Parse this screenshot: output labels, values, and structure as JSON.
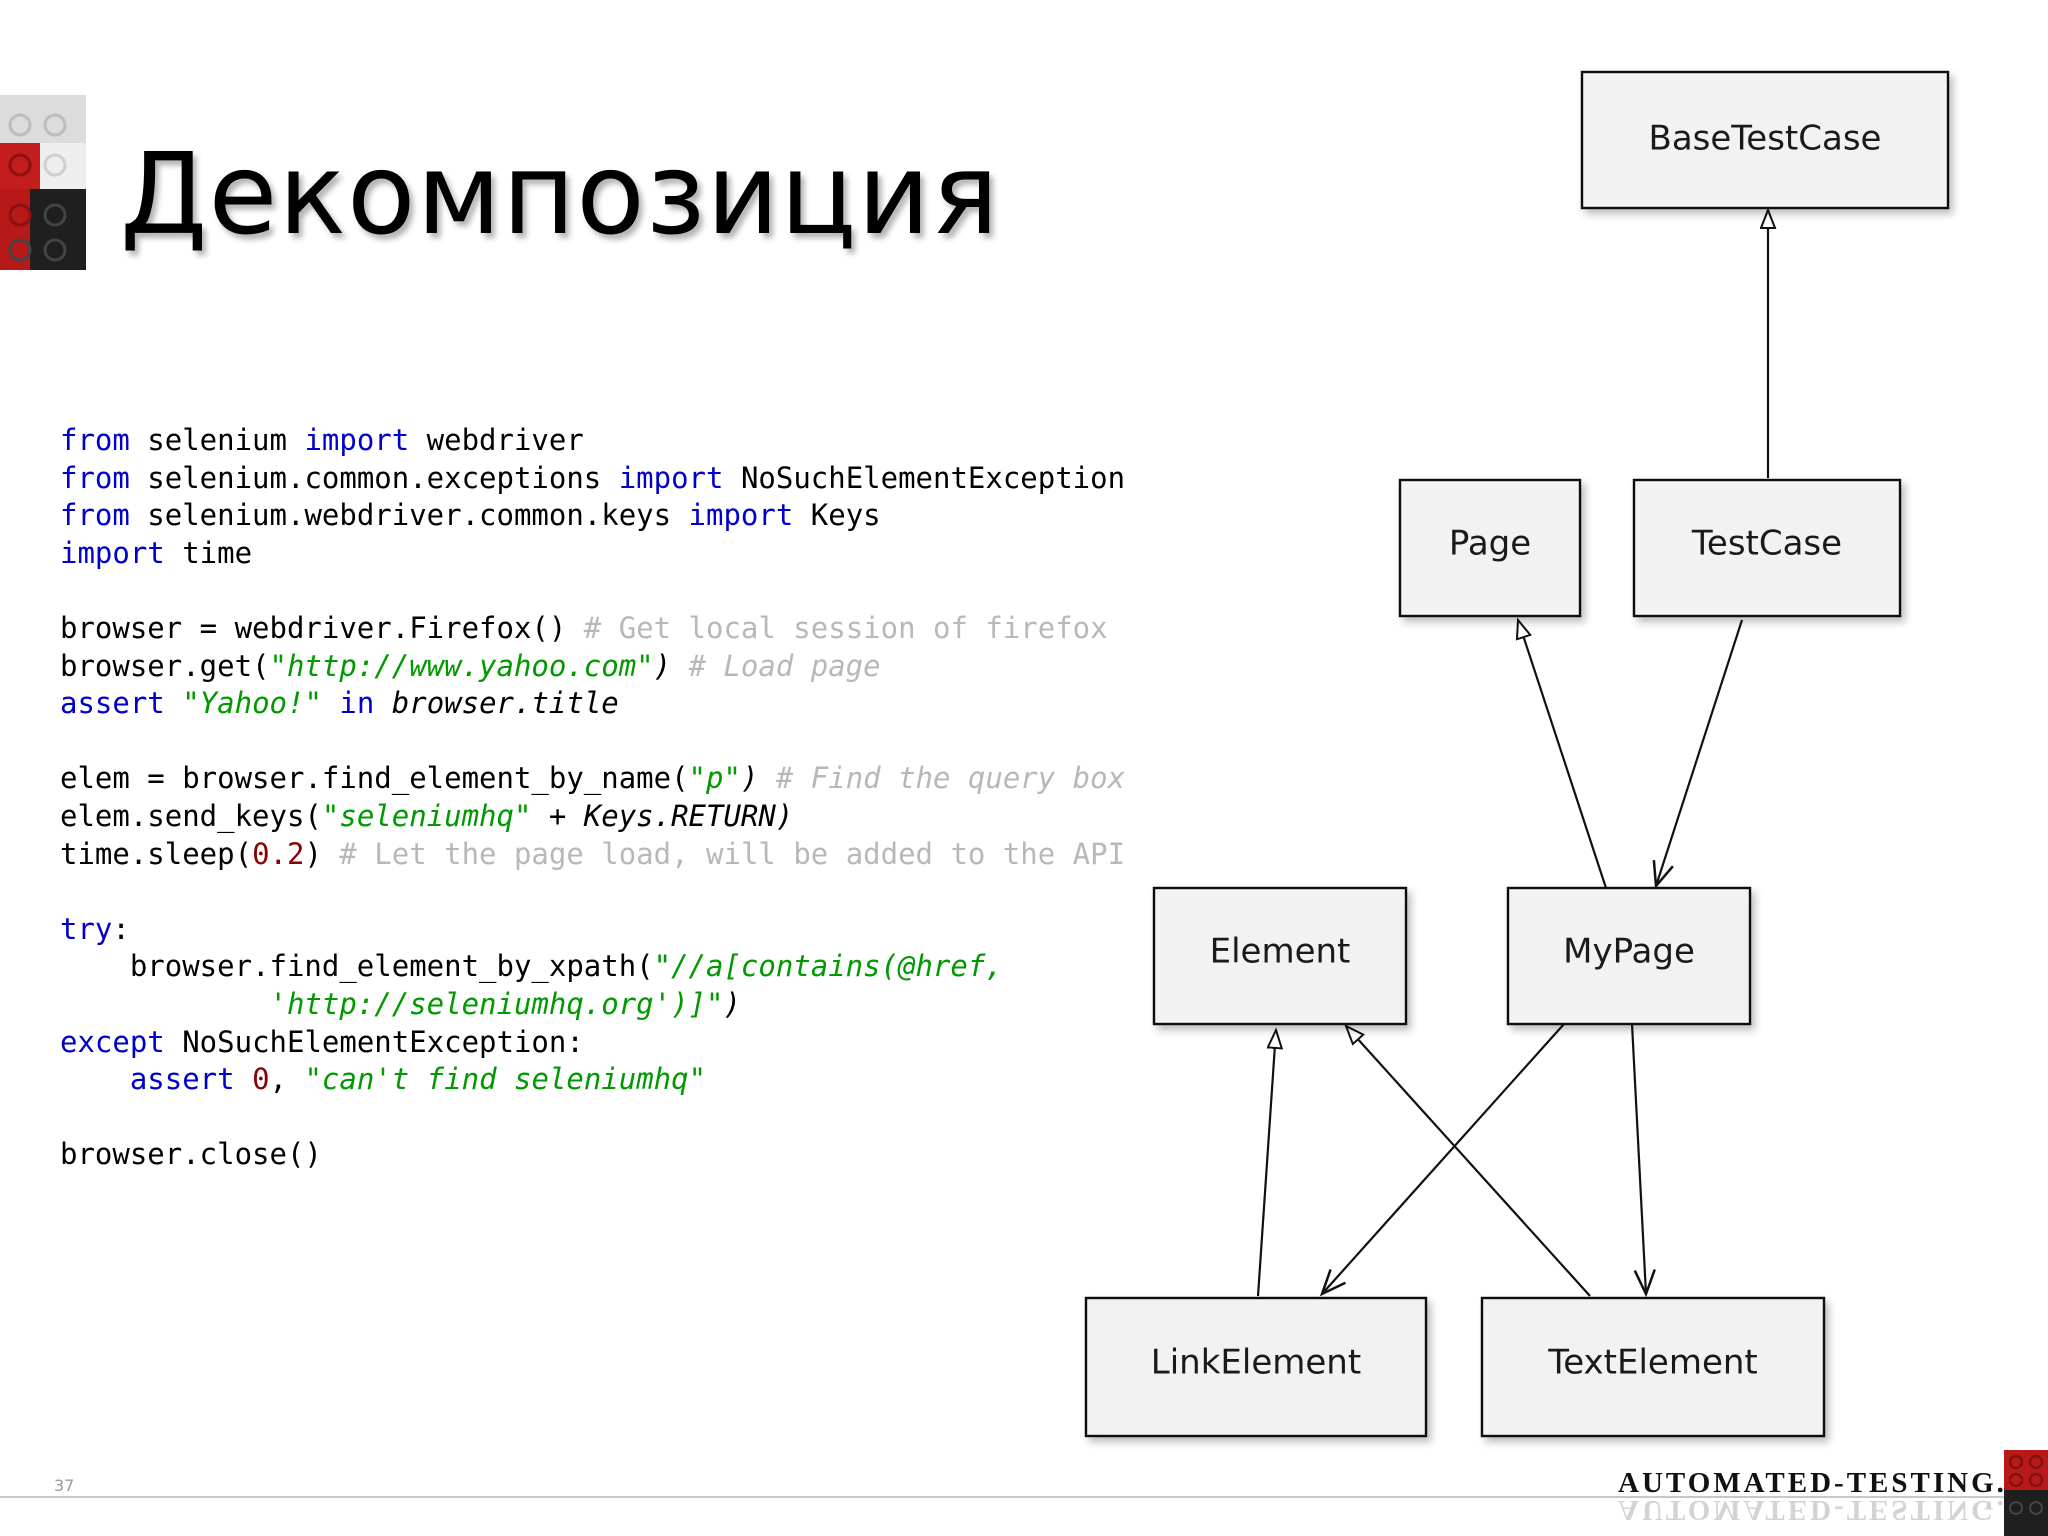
{
  "slide": {
    "title": "Декомпозиция",
    "page_number": "37",
    "footer_brand": "AUTOMATED-TESTING.INFO"
  },
  "code": {
    "language": "python",
    "lines": [
      [
        {
          "t": "from",
          "s": "kw"
        },
        {
          "t": " selenium "
        },
        {
          "t": "import",
          "s": "kw"
        },
        {
          "t": " webdriver"
        }
      ],
      [
        {
          "t": "from",
          "s": "kw"
        },
        {
          "t": " selenium.common.exceptions "
        },
        {
          "t": "import",
          "s": "kw"
        },
        {
          "t": " NoSuchElementException"
        }
      ],
      [
        {
          "t": "from",
          "s": "kw"
        },
        {
          "t": " selenium.webdriver.common.keys "
        },
        {
          "t": "import",
          "s": "kw"
        },
        {
          "t": " Keys"
        }
      ],
      [
        {
          "t": "import",
          "s": "kw"
        },
        {
          "t": " time"
        }
      ],
      [],
      [
        {
          "t": "browser = webdriver.Firefox() "
        },
        {
          "t": "# Get local session of firefox",
          "s": "cm"
        }
      ],
      [
        {
          "t": "browser.get("
        },
        {
          "t": "\"http://www.yahoo.com\"",
          "s": "str"
        },
        {
          "t": ") ",
          "s": "it"
        },
        {
          "t": "# Load page",
          "s": "cm-i"
        }
      ],
      [
        {
          "t": "assert",
          "s": "kw"
        },
        {
          "t": " "
        },
        {
          "t": "\"Yahoo!\"",
          "s": "str"
        },
        {
          "t": " "
        },
        {
          "t": "in",
          "s": "kw"
        },
        {
          "t": " browser.title",
          "s": "it"
        }
      ],
      [],
      [
        {
          "t": "elem = browser.find_element_by_name("
        },
        {
          "t": "\"p\"",
          "s": "str"
        },
        {
          "t": ") ",
          "s": "it"
        },
        {
          "t": "# Find the query box",
          "s": "cm-i"
        }
      ],
      [
        {
          "t": "elem.send_keys("
        },
        {
          "t": "\"seleniumhq\"",
          "s": "str"
        },
        {
          "t": " + Keys.RETURN)",
          "s": "it"
        }
      ],
      [
        {
          "t": "time.sleep("
        },
        {
          "t": "0.2",
          "s": "num"
        },
        {
          "t": ") "
        },
        {
          "t": "# Let the page load, will be added to the API",
          "s": "cm"
        }
      ],
      [],
      [
        {
          "t": "try",
          "s": "kw"
        },
        {
          "t": ":"
        }
      ],
      [
        {
          "t": "    browser.find_element_by_xpath("
        },
        {
          "t": "\"//a[contains(@href,",
          "s": "str"
        }
      ],
      [
        {
          "t": "            "
        },
        {
          "t": "'http://seleniumhq.org')]\"",
          "s": "str"
        },
        {
          "t": ")",
          "s": "it"
        }
      ],
      [
        {
          "t": "except",
          "s": "kw"
        },
        {
          "t": " NoSuchElementException:"
        }
      ],
      [
        {
          "t": "    "
        },
        {
          "t": "assert",
          "s": "kw"
        },
        {
          "t": " "
        },
        {
          "t": "0",
          "s": "num"
        },
        {
          "t": ", "
        },
        {
          "t": "\"can't find seleniumhq\"",
          "s": "str"
        }
      ],
      [],
      [
        {
          "t": "browser.close()"
        }
      ]
    ]
  },
  "diagram": {
    "type": "uml-class-hierarchy",
    "nodes": [
      {
        "id": "BaseTestCase",
        "label": "BaseTestCase"
      },
      {
        "id": "Page",
        "label": "Page"
      },
      {
        "id": "TestCase",
        "label": "TestCase"
      },
      {
        "id": "Element",
        "label": "Element"
      },
      {
        "id": "MyPage",
        "label": "MyPage"
      },
      {
        "id": "LinkElement",
        "label": "LinkElement"
      },
      {
        "id": "TextElement",
        "label": "TextElement"
      }
    ],
    "edges": [
      {
        "from": "TestCase",
        "to": "BaseTestCase",
        "kind": "inheritance"
      },
      {
        "from": "MyPage",
        "to": "Page",
        "kind": "inheritance"
      },
      {
        "from": "TestCase",
        "to": "MyPage",
        "kind": "association"
      },
      {
        "from": "LinkElement",
        "to": "Element",
        "kind": "inheritance"
      },
      {
        "from": "TextElement",
        "to": "Element",
        "kind": "inheritance"
      },
      {
        "from": "MyPage",
        "to": "LinkElement",
        "kind": "association"
      },
      {
        "from": "MyPage",
        "to": "TextElement",
        "kind": "association"
      }
    ]
  },
  "colors": {
    "keyword": "#0000cc",
    "string": "#009900",
    "comment": "#b8b8b8",
    "number": "#8b0000",
    "box_fill": "#f2f2f2",
    "line": "#111111"
  }
}
